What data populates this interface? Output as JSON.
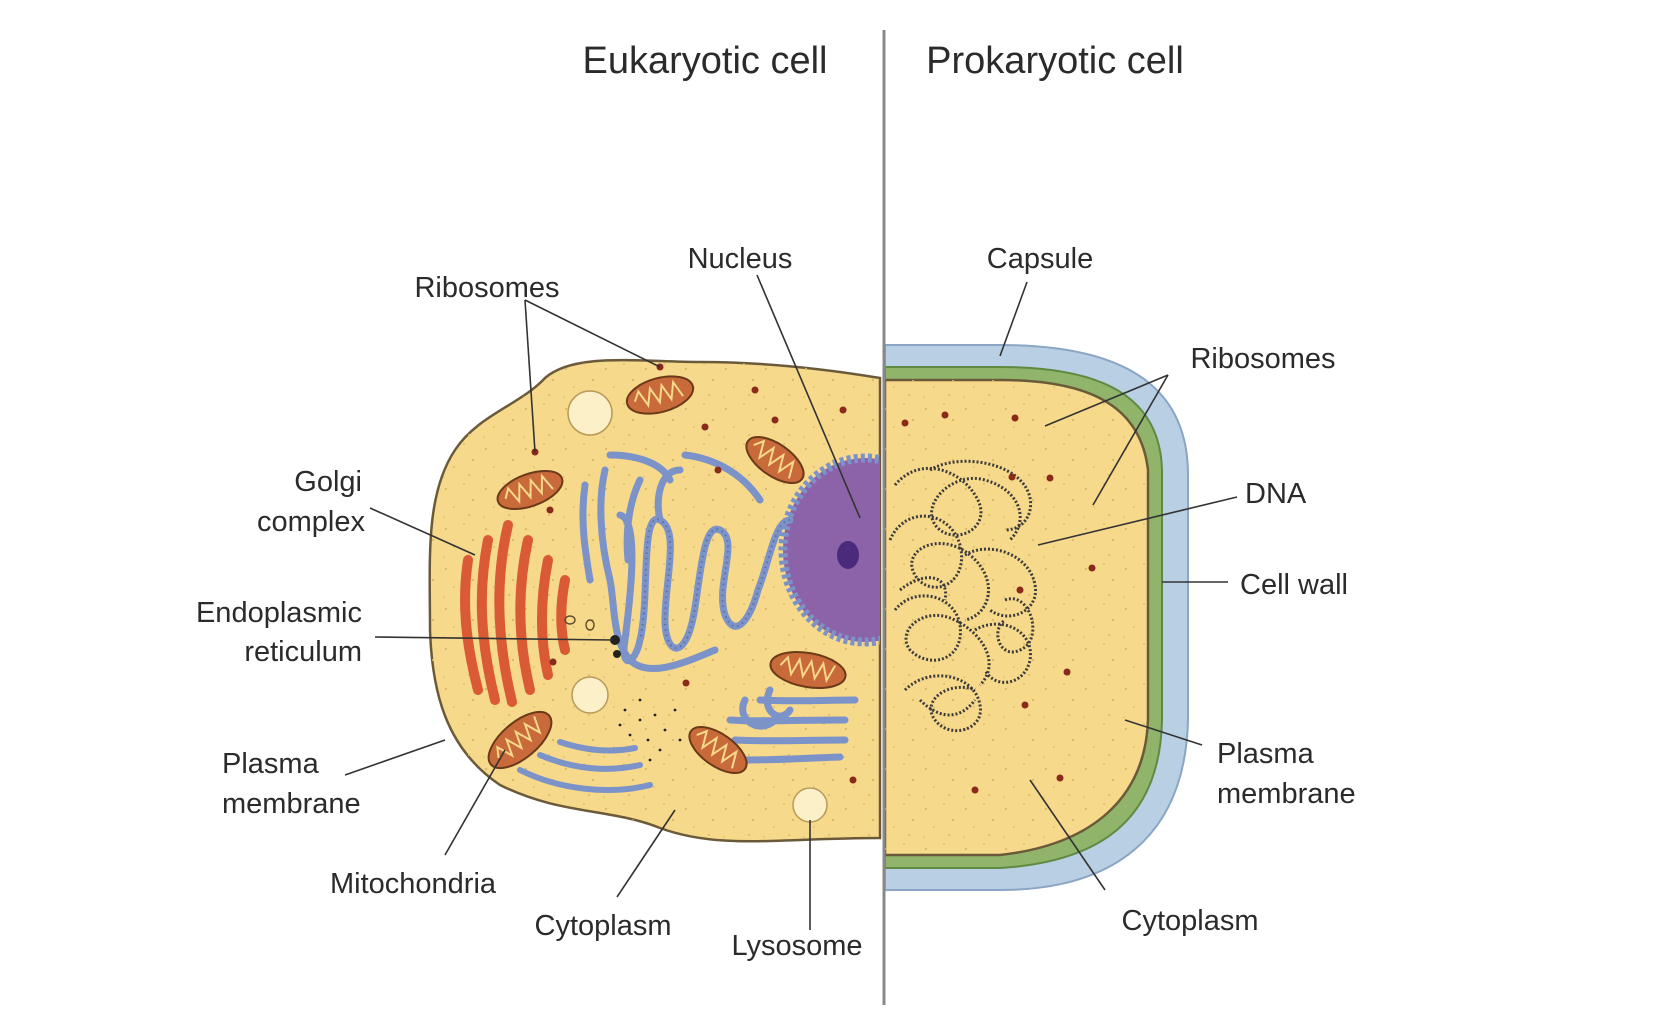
{
  "titles": {
    "eukaryotic": "Eukaryotic cell",
    "prokaryotic": "Prokaryotic cell"
  },
  "eukaryotic_labels": {
    "nucleus": "Nucleus",
    "ribosomes": "Ribosomes",
    "golgi_line1": "Golgi",
    "golgi_line2": "complex",
    "er_line1": "Endoplasmic",
    "er_line2": "reticulum",
    "plasma_line1": "Plasma",
    "plasma_line2": "membrane",
    "mitochondria": "Mitochondria",
    "cytoplasm": "Cytoplasm",
    "lysosome": "Lysosome"
  },
  "prokaryotic_labels": {
    "capsule": "Capsule",
    "ribosomes": "Ribosomes",
    "dna": "DNA",
    "cell_wall": "Cell wall",
    "plasma_line1": "Plasma",
    "plasma_line2": "membrane",
    "cytoplasm": "Cytoplasm"
  },
  "colors": {
    "cytoplasm": "#f6d98a",
    "cell_outline": "#6b5a3a",
    "capsule": "#b9cfe4",
    "cell_wall": "#8fb46a",
    "nucleus": "#8c62a8",
    "nucleolus": "#4a2a7a",
    "er": "#7c93c9",
    "golgi": "#d95a35",
    "mitochondria": "#c96a3a",
    "lysosome": "#fbf0c8",
    "ribosome": "#8a2a1a",
    "dna": "#3c3c3c",
    "divider": "#888888"
  }
}
